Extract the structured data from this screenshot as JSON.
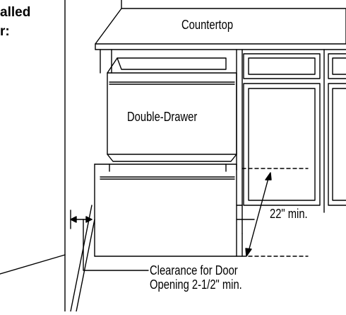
{
  "header": {
    "line1": "alled",
    "line2": "r:"
  },
  "labels": {
    "countertop": "Countertop",
    "double_drawer": "Double-Drawer",
    "depth": "22\" min.",
    "clearance_line1": "Clearance for Door",
    "clearance_line2": "Opening 2-1/2\" min."
  },
  "colors": {
    "ink": "#000000",
    "background": "#ffffff"
  }
}
